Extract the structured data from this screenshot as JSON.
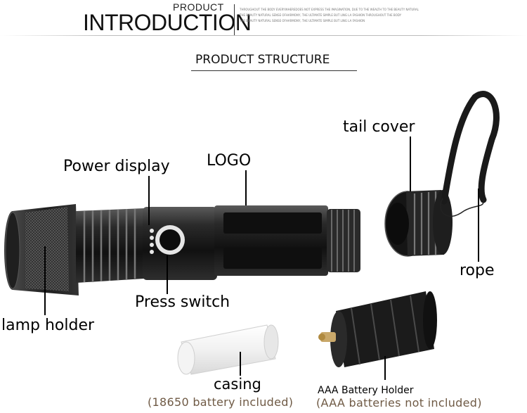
{
  "header": {
    "small_title": "PRODUCT",
    "big_title": "INTRODUCTION",
    "blurb_lines": [
      "THROUGHOUT THE BODY EVERYWHEREDOES NOT EXPRESS THE IMAGINATION, DUE TO THE WEALTH TO THE BEAUTY NATURAL",
      "THE BEAUTY NATURAL SENSE OFHARMONY, THE ULTIMATE SIMPLE BUT LING LA FASHION THROUGHOUT THE BODY",
      "THE BEAUTY NATURAL SENSE OFHARMONY, THE ULTIMATE SIMPLE BUT LING LA FASHION"
    ]
  },
  "section_title": "PRODUCT STRUCTURE",
  "labels": {
    "power_display": "Power display",
    "logo": "LOGO",
    "tail_cover": "tail cover",
    "rope": "rope",
    "press_switch": "Press switch",
    "lamp_holder": "lamp holder",
    "casing": "casing",
    "casing_note": "(18650 battery included)",
    "battery_holder": "AAA Battery Holder",
    "battery_holder_note": "(AAA batteries not included)"
  },
  "colors": {
    "label_text": "#000000",
    "note_text": "#6f5a45",
    "flashlight_body": "#1b1b1b",
    "indicator_leds": "#e8e8e8"
  }
}
